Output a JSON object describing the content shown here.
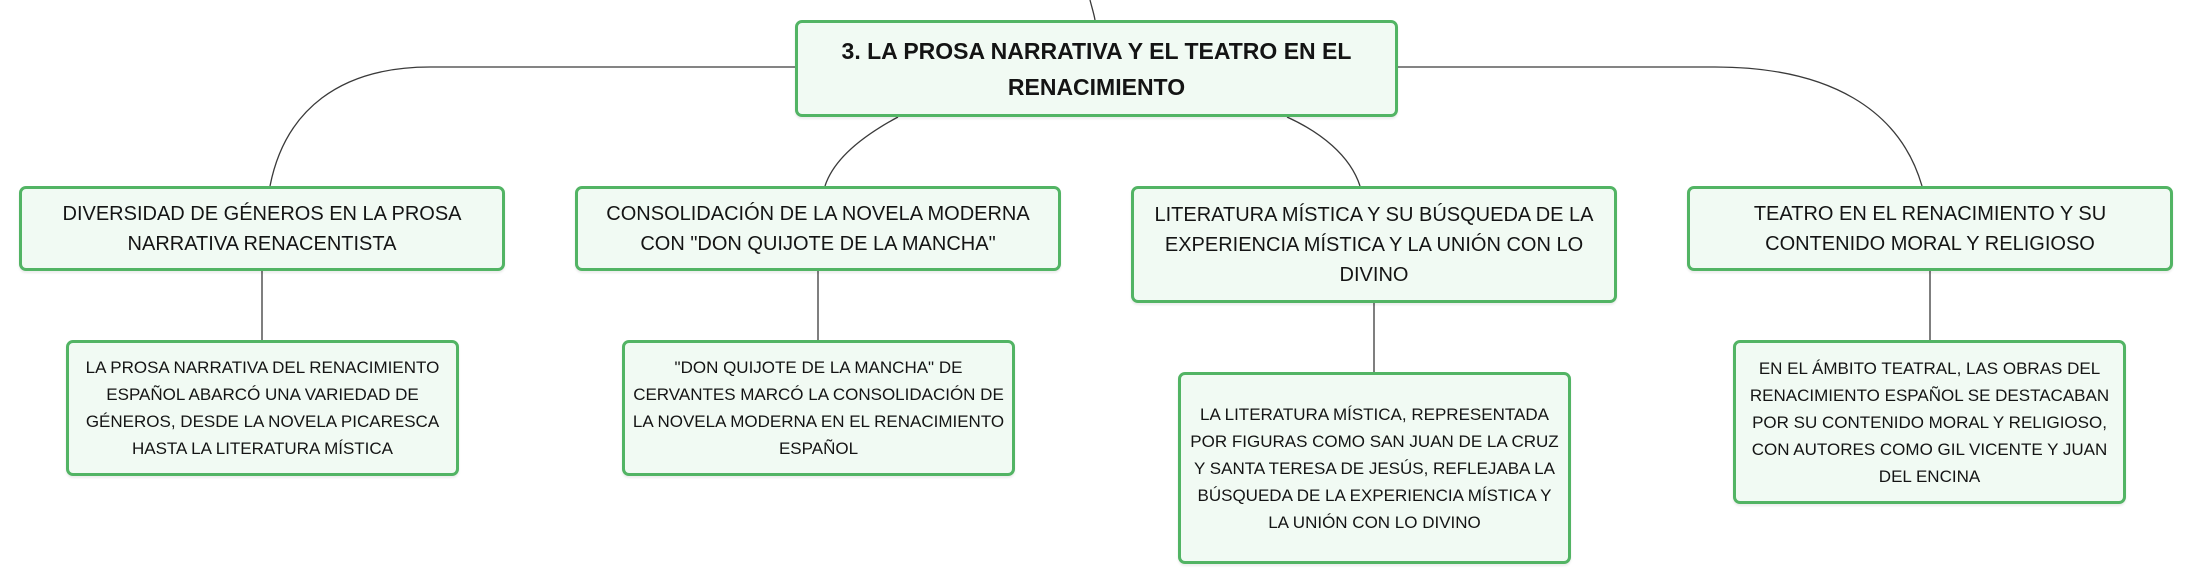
{
  "diagram": {
    "colors": {
      "node_border": "#52b464",
      "node_fill": "#f1faf3",
      "line": "#3a3a3a"
    },
    "root": {
      "label": "3. LA PROSA NARRATIVA Y EL TEATRO EN EL RENACIMIENTO"
    },
    "branches": [
      {
        "label": "DIVERSIDAD DE GÉNEROS EN LA PROSA NARRATIVA RENACENTISTA",
        "detail": "LA PROSA NARRATIVA DEL RENACIMIENTO ESPAÑOL ABARCÓ UNA VARIEDAD DE GÉNEROS, DESDE LA NOVELA PICARESCA HASTA LA LITERATURA MÍSTICA"
      },
      {
        "label": "CONSOLIDACIÓN DE LA NOVELA MODERNA CON \"DON QUIJOTE DE LA MANCHA\"",
        "detail": "\"DON QUIJOTE DE LA MANCHA\" DE CERVANTES MARCÓ LA CONSOLIDACIÓN DE LA NOVELA MODERNA EN EL RENACIMIENTO ESPAÑOL"
      },
      {
        "label": "LITERATURA MÍSTICA Y SU BÚSQUEDA DE LA EXPERIENCIA MÍSTICA Y LA UNIÓN CON LO DIVINO",
        "detail": "LA LITERATURA MÍSTICA, REPRESENTADA POR FIGURAS COMO SAN JUAN DE LA CRUZ Y SANTA TERESA DE JESÚS, REFLEJABA LA BÚSQUEDA DE LA EXPERIENCIA MÍSTICA Y LA UNIÓN CON LO DIVINO"
      },
      {
        "label": "TEATRO EN EL RENACIMIENTO Y SU CONTENIDO MORAL Y RELIGIOSO",
        "detail": "EN EL ÁMBITO TEATRAL, LAS OBRAS DEL RENACIMIENTO ESPAÑOL SE DESTACABAN POR SU CONTENIDO MORAL Y RELIGIOSO, CON AUTORES COMO GIL VICENTE Y JUAN DEL ENCINA"
      }
    ]
  }
}
